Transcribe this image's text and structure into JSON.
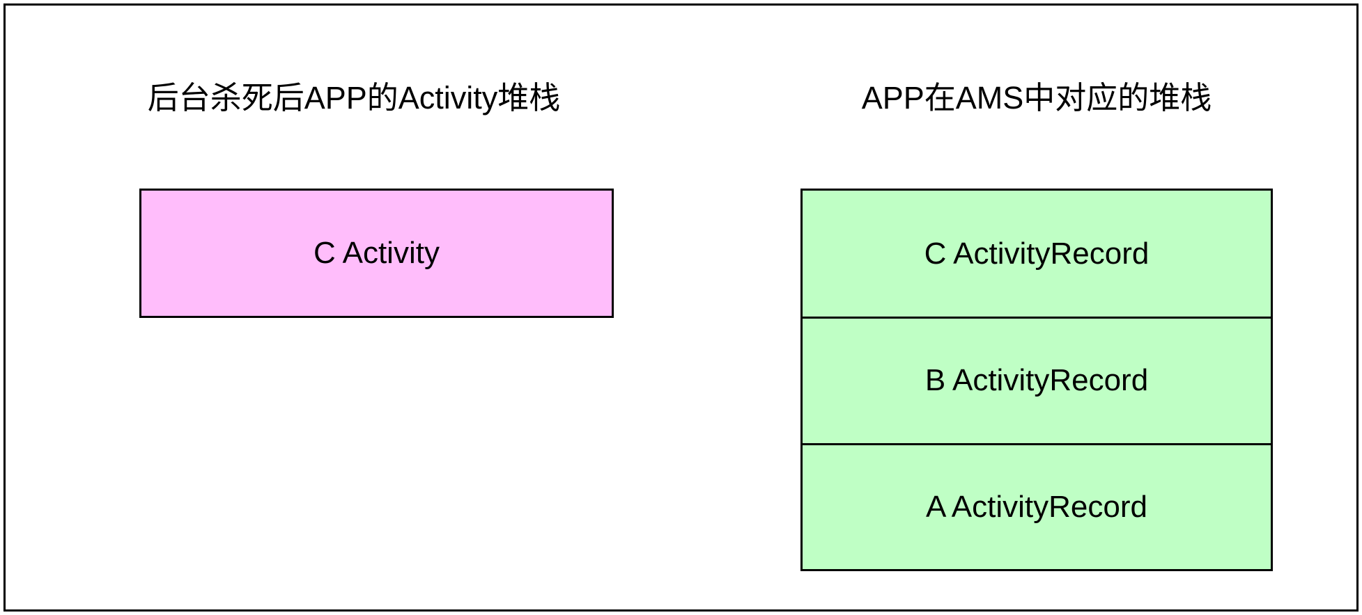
{
  "diagram": {
    "columns": [
      {
        "id": "app-stack",
        "title": "后台杀死后APP的Activity堆栈",
        "fill_color": "#FFBDFB",
        "entries": [
          {
            "label": "C Activity"
          }
        ]
      },
      {
        "id": "ams-stack",
        "title": "APP在AMS中对应的堆栈",
        "fill_color": "#BFFFC5",
        "entries": [
          {
            "label": "C ActivityRecord"
          },
          {
            "label": "B ActivityRecord"
          },
          {
            "label": "A ActivityRecord"
          }
        ]
      }
    ],
    "border_color": "#000000",
    "background_color": "#FFFFFF"
  }
}
